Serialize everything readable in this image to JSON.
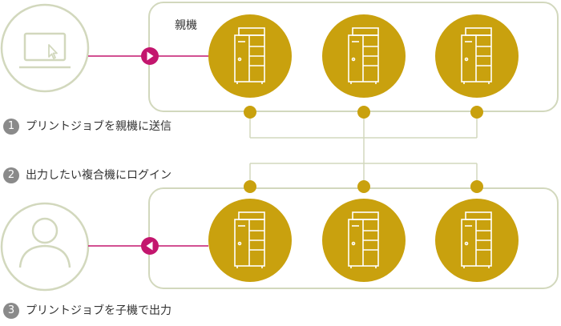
{
  "labels": {
    "parent": "親機"
  },
  "steps": [
    {
      "num": "1",
      "text": "プリントジョブを親機に送信"
    },
    {
      "num": "2",
      "text": "出力したい複合機にログイン"
    },
    {
      "num": "3",
      "text": "プリントジョブを子機で出力"
    }
  ],
  "icons": {
    "sender": "laptop-icon",
    "receiver": "user-icon",
    "device": "multifunction-printer-icon",
    "send_arrow": "play-right-icon",
    "receive_arrow": "play-left-icon"
  },
  "colors": {
    "device_fill": "#c9a10e",
    "accent": "#c3166e",
    "outline": "#d2d8bd",
    "text": "#333333",
    "step_badge": "#8a8a8a"
  }
}
